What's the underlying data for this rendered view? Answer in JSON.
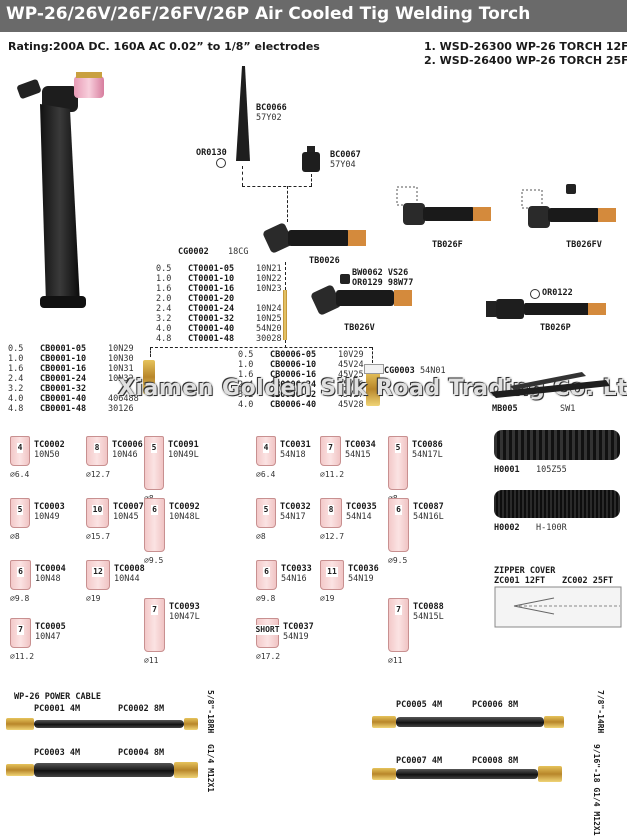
{
  "header": {
    "title": "WP-26/26V/26F/26FV/26P Air Cooled Tig Welding Torch"
  },
  "rating": "Rating:200A DC. 160A AC 0.02” to 1/8” electrodes",
  "models": [
    "1. WSD-26300 WP-26 TORCH 12FT",
    "2. WSD-26400 WP-26 TORCH 25FT"
  ],
  "back_caps": [
    {
      "code": "BC0066",
      "ref": "57Y02"
    },
    {
      "code": "OR0130",
      "ref": ""
    },
    {
      "code": "BC0067",
      "ref": "57Y04"
    }
  ],
  "heads": [
    {
      "code": "TB0026"
    },
    {
      "code": "TB026F"
    },
    {
      "code": "TB026FV"
    },
    {
      "code": "TB026V"
    },
    {
      "code": "TB026P"
    }
  ],
  "valve": {
    "line1": "BW0062 VS26",
    "line2": "OR0129 98W77"
  },
  "or0122": "OR0122",
  "cg0002": {
    "code": "CG0002",
    "ref": "18CG"
  },
  "collets": [
    {
      "size": "0.5",
      "code": "CT0001-05",
      "ref": "10N21"
    },
    {
      "size": "1.0",
      "code": "CT0001-10",
      "ref": "10N22"
    },
    {
      "size": "1.6",
      "code": "CT0001-16",
      "ref": "10N23"
    },
    {
      "size": "2.0",
      "code": "CT0001-20",
      "ref": ""
    },
    {
      "size": "2.4",
      "code": "CT0001-24",
      "ref": "10N24"
    },
    {
      "size": "3.2",
      "code": "CT0001-32",
      "ref": "10N25"
    },
    {
      "size": "4.0",
      "code": "CT0001-40",
      "ref": "54N20"
    },
    {
      "size": "4.8",
      "code": "CT0001-48",
      "ref": "30028"
    }
  ],
  "bodies": [
    {
      "size": "0.5",
      "code": "CB0001-05",
      "ref": "10N29"
    },
    {
      "size": "1.0",
      "code": "CB0001-10",
      "ref": "10N30"
    },
    {
      "size": "1.6",
      "code": "CB0001-16",
      "ref": "10N31"
    },
    {
      "size": "2.4",
      "code": "CB0001-24",
      "ref": "10N32"
    },
    {
      "size": "3.2",
      "code": "CB0001-32",
      "ref": ""
    },
    {
      "size": "4.0",
      "code": "CB0001-40",
      "ref": "406488"
    },
    {
      "size": "4.8",
      "code": "CB0001-48",
      "ref": "30126"
    }
  ],
  "gas_lens": [
    {
      "size": "0.5",
      "code": "CB0006-05",
      "ref": "10V29"
    },
    {
      "size": "1.0",
      "code": "CB0006-10",
      "ref": "45V24"
    },
    {
      "size": "1.6",
      "code": "CB0006-16",
      "ref": "45V25"
    },
    {
      "size": "2.4",
      "code": "CB0006-24",
      "ref": "45V26"
    },
    {
      "size": "3.2",
      "code": "CB0006-32",
      "ref": "45V27"
    },
    {
      "size": "4.0",
      "code": "CB0006-40",
      "ref": "45V28"
    }
  ],
  "cg0003": {
    "code": "CG0003",
    "ref": "54N01"
  },
  "nozzles_left": [
    {
      "num": "4",
      "code": "TC0002",
      "ref": "10N50",
      "dia": "6.4"
    },
    {
      "num": "8",
      "code": "TC0006",
      "ref": "10N46",
      "dia": "12.7"
    },
    {
      "num": "5",
      "code": "TC0091",
      "ref": "10N49L",
      "dia": "8"
    },
    {
      "num": "5",
      "code": "TC0003",
      "ref": "10N49",
      "dia": "8"
    },
    {
      "num": "10",
      "code": "TC0007",
      "ref": "10N45",
      "dia": "15.7"
    },
    {
      "num": "6",
      "code": "TC0092",
      "ref": "10N48L",
      "dia": "9.5"
    },
    {
      "num": "6",
      "code": "TC0004",
      "ref": "10N48",
      "dia": "9.8"
    },
    {
      "num": "12",
      "code": "TC0008",
      "ref": "10N44",
      "dia": "19"
    },
    {
      "num": "7",
      "code": "TC0093",
      "ref": "10N47L",
      "dia": "11"
    },
    {
      "num": "7",
      "code": "TC0005",
      "ref": "10N47",
      "dia": "11.2"
    }
  ],
  "nozzles_right": [
    {
      "num": "4",
      "code": "TC0031",
      "ref": "54N18",
      "dia": "6.4"
    },
    {
      "num": "7",
      "code": "TC0034",
      "ref": "54N15",
      "dia": "11.2"
    },
    {
      "num": "5",
      "code": "TC0086",
      "ref": "54N17L",
      "dia": "8"
    },
    {
      "num": "5",
      "code": "TC0032",
      "ref": "54N17",
      "dia": "8"
    },
    {
      "num": "8",
      "code": "TC0035",
      "ref": "54N14",
      "dia": "12.7"
    },
    {
      "num": "6",
      "code": "TC0087",
      "ref": "54N16L",
      "dia": "9.5"
    },
    {
      "num": "6",
      "code": "TC0033",
      "ref": "54N16",
      "dia": "9.8"
    },
    {
      "num": "11",
      "code": "TC0036",
      "ref": "54N19",
      "dia": "19"
    },
    {
      "num": "7",
      "code": "TC0088",
      "ref": "54N15L",
      "dia": "11"
    },
    {
      "num": "SHORT",
      "code": "TC0037",
      "ref": "54N19",
      "dia": "17.2"
    }
  ],
  "switch": {
    "code": "MB005",
    "ref": "SW1"
  },
  "hoses": [
    {
      "code": "H0001",
      "ref": "105Z55"
    },
    {
      "code": "H0002",
      "ref": "H-100R"
    }
  ],
  "zipper": {
    "title": "ZIPPER COVER",
    "a": "ZC001 12FT",
    "b": "ZC002 25FT"
  },
  "power_cable": {
    "title": "WP-26 POWER CABLE",
    "c1": "PC0001 4M",
    "c2": "PC0002 8M",
    "f1": "5/8\"-18RH",
    "c3": "PC0003 4M",
    "c4": "PC0004 8M",
    "f2": "G1/4 M12X1",
    "c5": "PC0005 4M",
    "c6": "PC0006 8M",
    "f3": "7/8\"-14RH",
    "c7": "PC0007 4M",
    "c8": "PC0008 8M",
    "f4": "9/16\"-18 G1/4 M12X1"
  },
  "watermark": "Xiamen Golden Silk Road Trading Co.  Ltd.",
  "colors": {
    "header": "#6a6a6a",
    "ceramic": "#f3c9c9",
    "brass": "#c9a040"
  }
}
